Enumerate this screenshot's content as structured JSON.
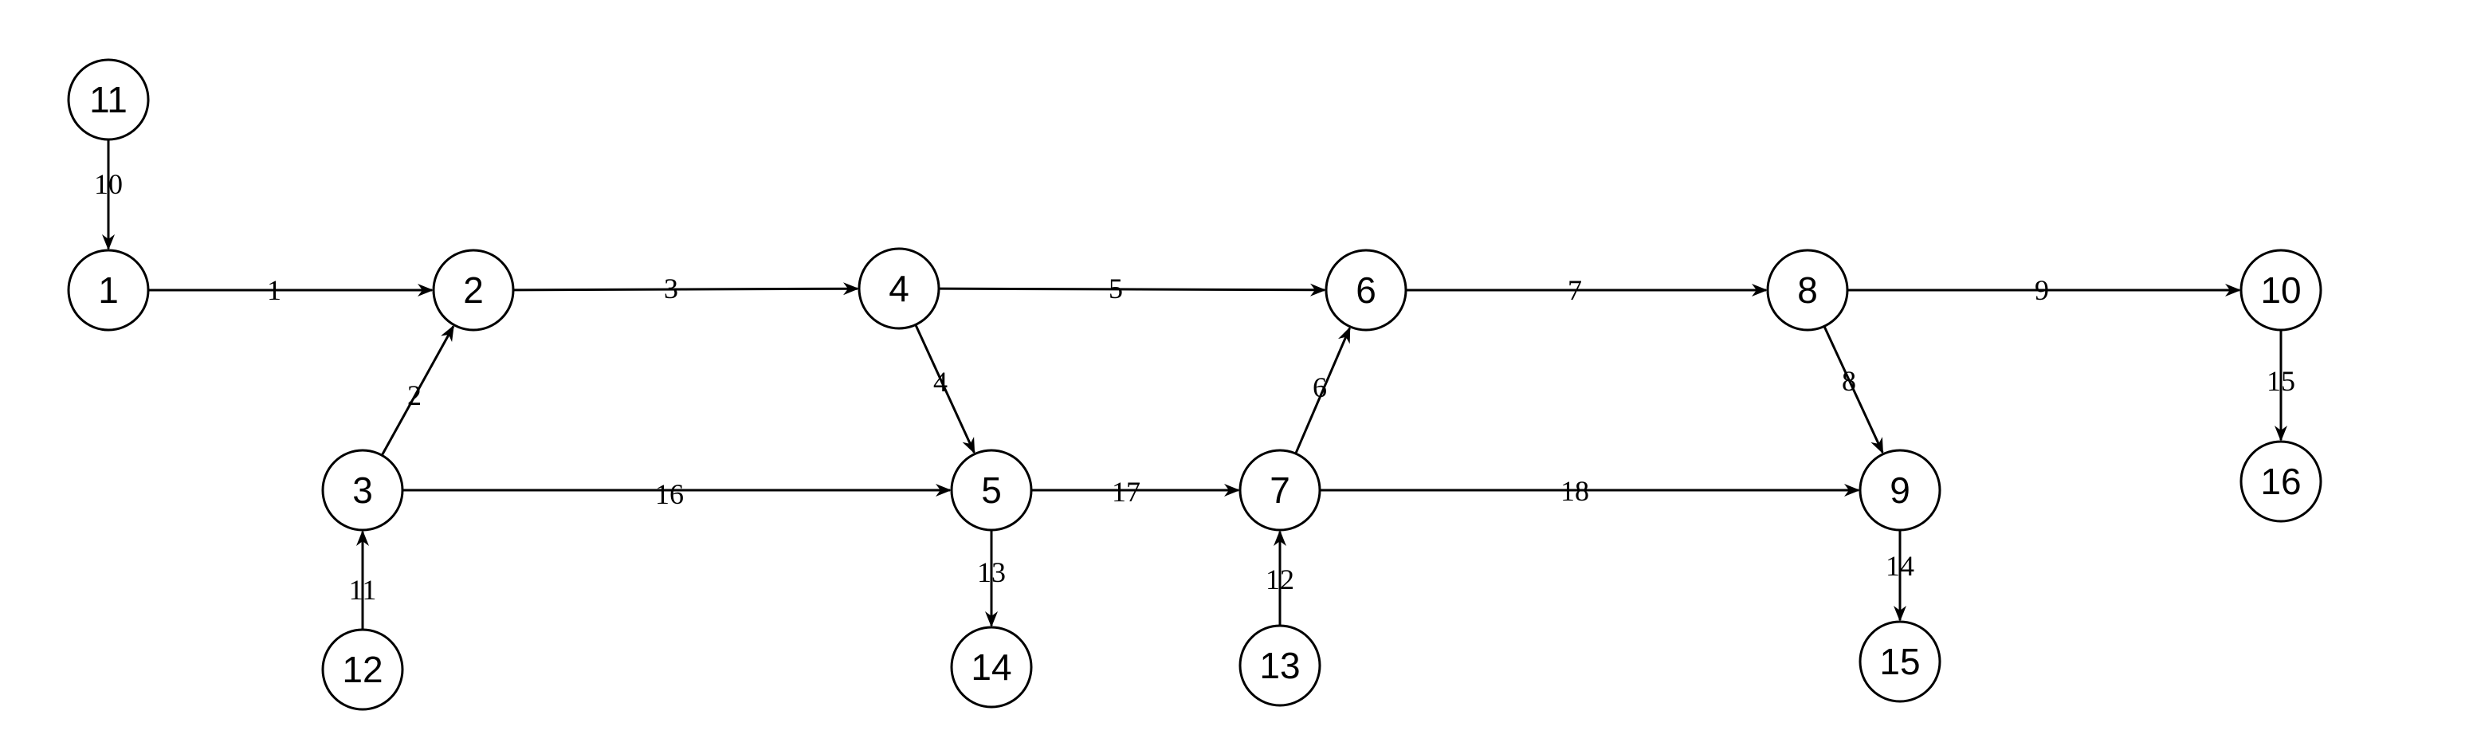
{
  "diagram": {
    "nodes": [
      {
        "id": "1",
        "label": "1"
      },
      {
        "id": "2",
        "label": "2"
      },
      {
        "id": "3",
        "label": "3"
      },
      {
        "id": "4",
        "label": "4"
      },
      {
        "id": "5",
        "label": "5"
      },
      {
        "id": "6",
        "label": "6"
      },
      {
        "id": "7",
        "label": "7"
      },
      {
        "id": "8",
        "label": "8"
      },
      {
        "id": "9",
        "label": "9"
      },
      {
        "id": "10",
        "label": "10"
      },
      {
        "id": "11",
        "label": "11"
      },
      {
        "id": "12",
        "label": "12"
      },
      {
        "id": "13",
        "label": "13"
      },
      {
        "id": "14",
        "label": "14"
      },
      {
        "id": "15",
        "label": "15"
      },
      {
        "id": "16",
        "label": "16"
      }
    ],
    "edges": [
      {
        "from": "1",
        "to": "2",
        "label": "1"
      },
      {
        "from": "3",
        "to": "2",
        "label": "2"
      },
      {
        "from": "2",
        "to": "4",
        "label": "3"
      },
      {
        "from": "4",
        "to": "5",
        "label": "4"
      },
      {
        "from": "4",
        "to": "6",
        "label": "5"
      },
      {
        "from": "7",
        "to": "6",
        "label": "6"
      },
      {
        "from": "6",
        "to": "8",
        "label": "7"
      },
      {
        "from": "8",
        "to": "9",
        "label": "8"
      },
      {
        "from": "8",
        "to": "10",
        "label": "9"
      },
      {
        "from": "11",
        "to": "1",
        "label": "10"
      },
      {
        "from": "12",
        "to": "3",
        "label": "11"
      },
      {
        "from": "13",
        "to": "7",
        "label": "12"
      },
      {
        "from": "5",
        "to": "14",
        "label": "13"
      },
      {
        "from": "9",
        "to": "15",
        "label": "14"
      },
      {
        "from": "10",
        "to": "16",
        "label": "15"
      },
      {
        "from": "3",
        "to": "5",
        "label": "16"
      },
      {
        "from": "5",
        "to": "7",
        "label": "17"
      },
      {
        "from": "7",
        "to": "9",
        "label": "18"
      }
    ]
  }
}
